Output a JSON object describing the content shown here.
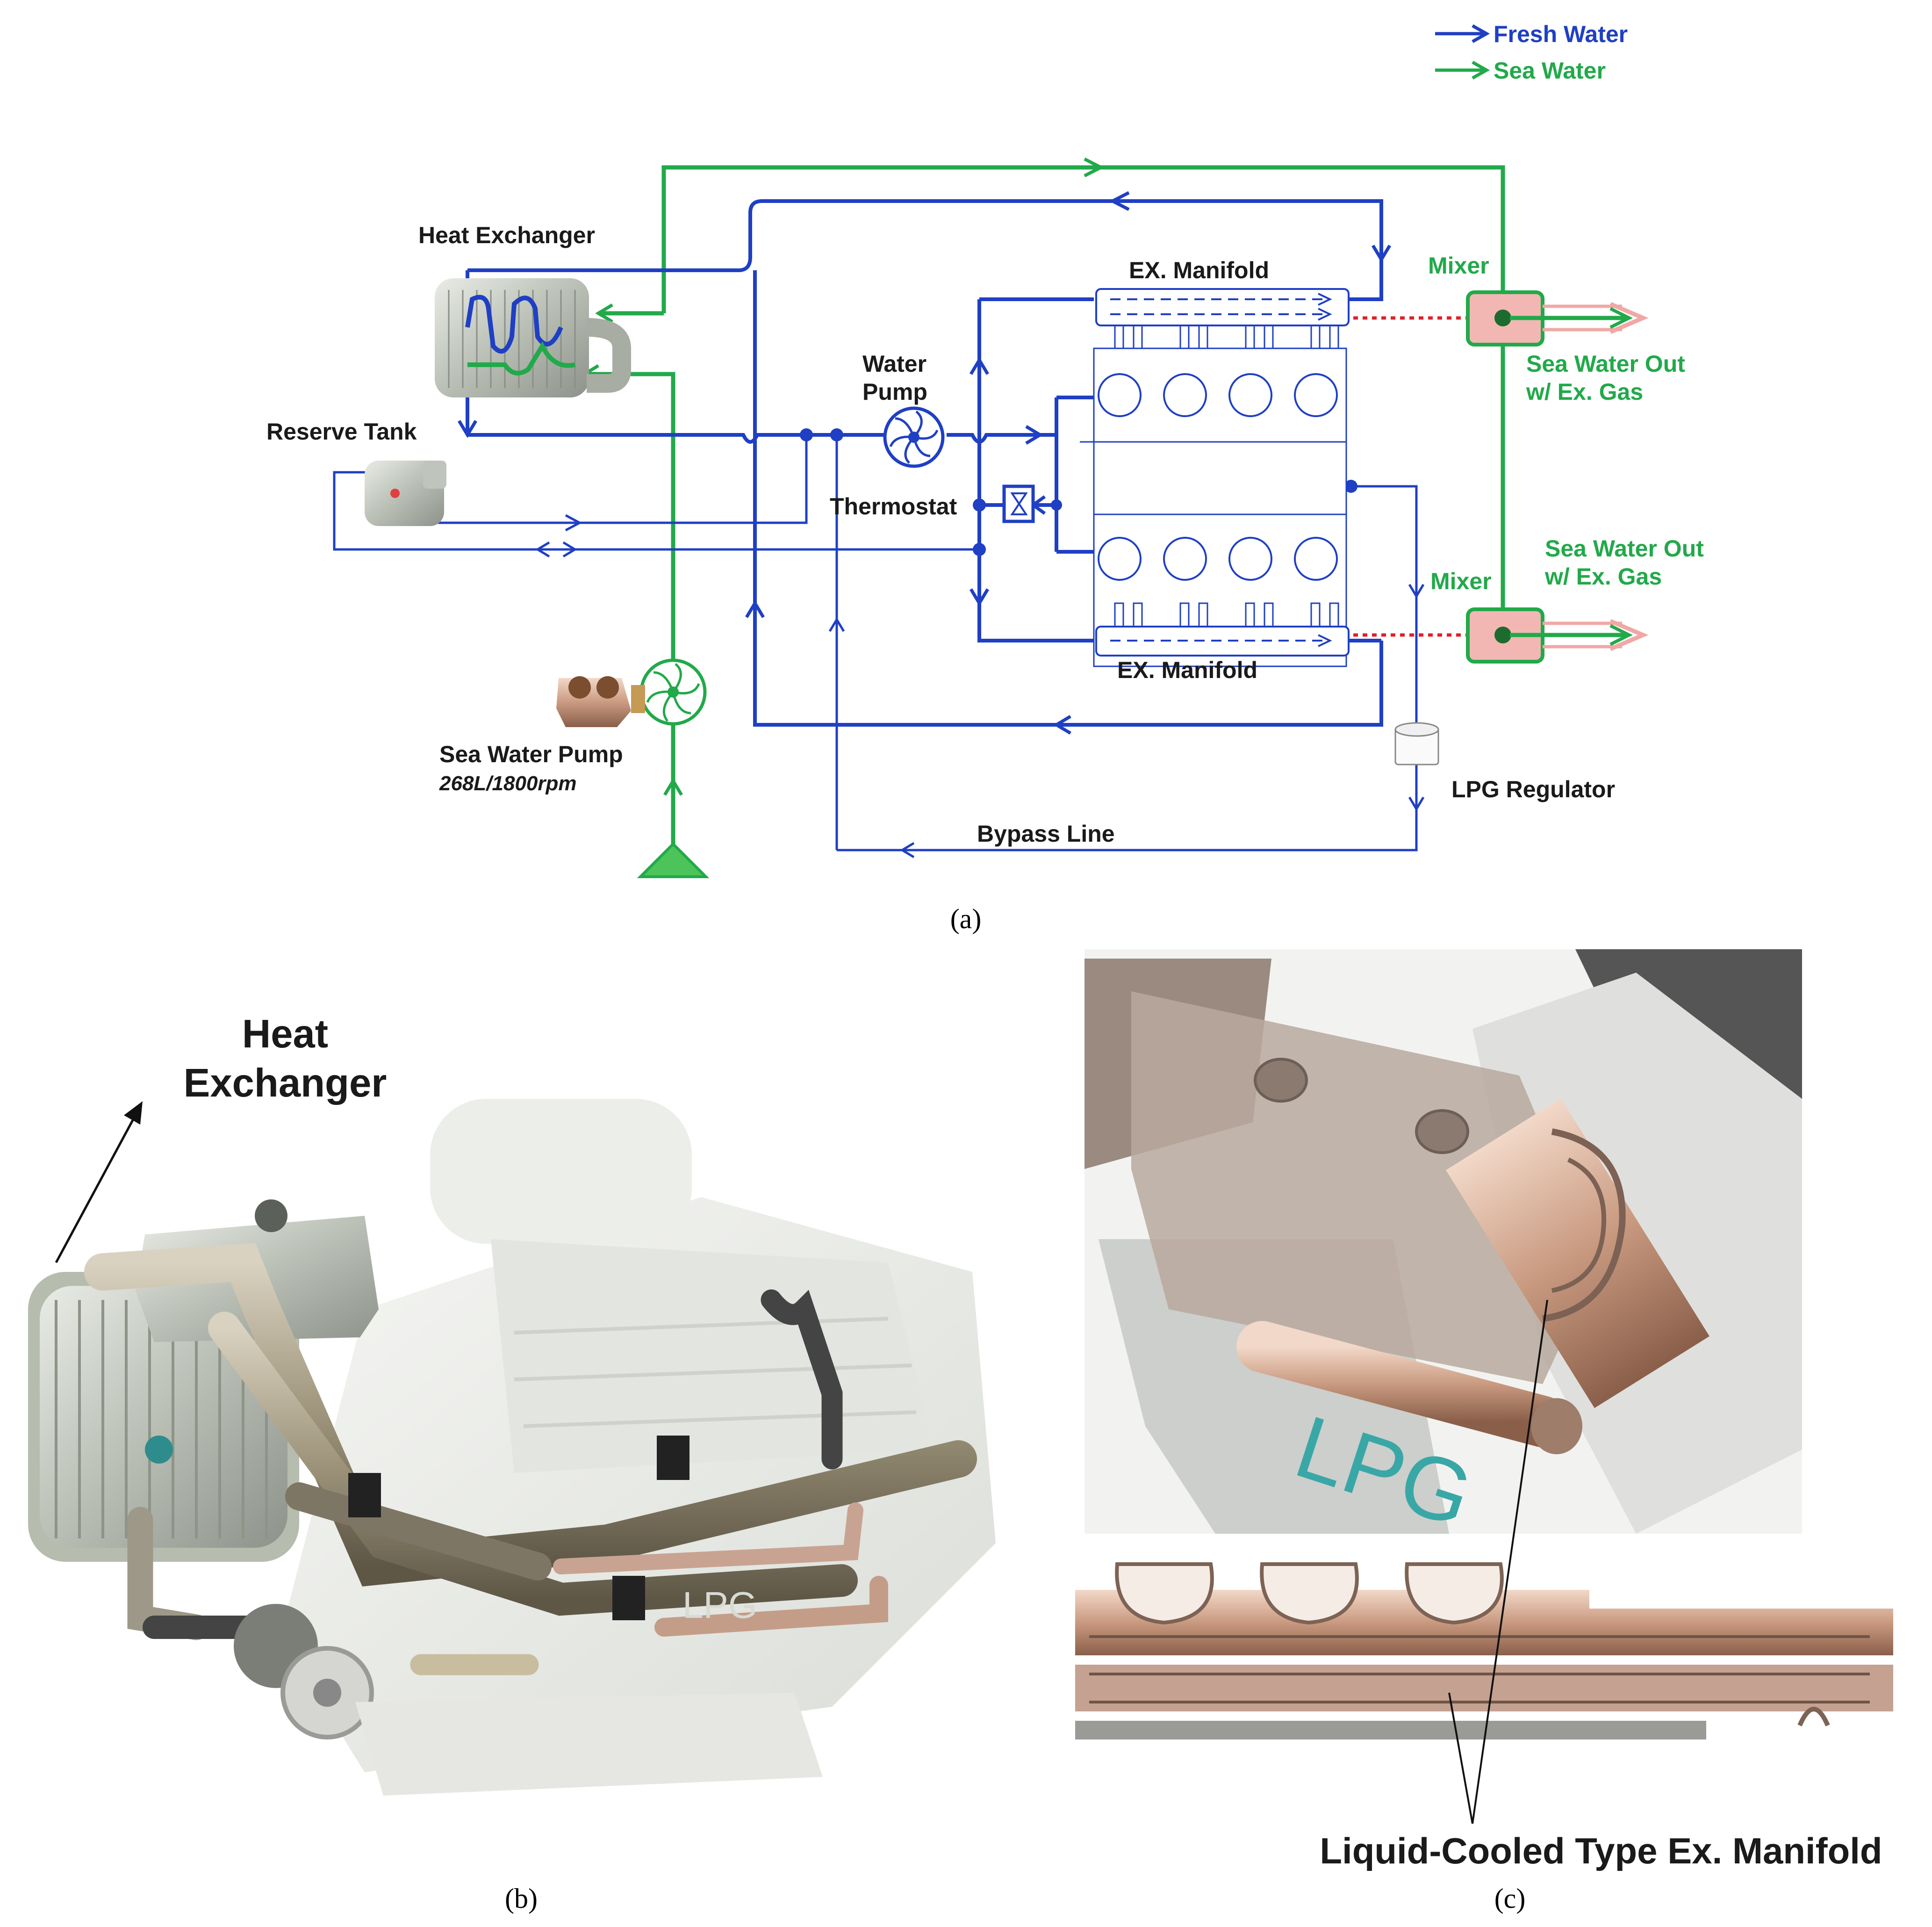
{
  "legend": {
    "fresh_water": "Fresh Water",
    "sea_water": "Sea Water",
    "fresh_color": "#1f3fc4",
    "sea_color": "#22a94a"
  },
  "panel_a": {
    "heat_exchanger": "Heat Exchanger",
    "reserve_tank": "Reserve Tank",
    "water_pump_line1": "Water",
    "water_pump_line2": "Pump",
    "thermostat": "Thermostat",
    "ex_manifold_top": "EX. Manifold",
    "ex_manifold_bottom": "EX. Manifold",
    "mixer_top": "Mixer",
    "mixer_bottom": "Mixer",
    "sea_out_top_line1": "Sea Water Out",
    "sea_out_top_line2": "w/ Ex. Gas",
    "sea_out_bottom_line1": "Sea Water Out",
    "sea_out_bottom_line2": "w/ Ex. Gas",
    "sea_water_pump": "Sea Water Pump",
    "sea_water_pump_spec": "268L/1800rpm",
    "lpg_regulator": "LPG Regulator",
    "bypass_line": "Bypass Line",
    "caption": "(a)"
  },
  "panel_b": {
    "label_line1": "Heat",
    "label_line2": "Exchanger",
    "caption": "(b)"
  },
  "panel_c": {
    "label": "Liquid-Cooled Type Ex. Manifold",
    "engine_marking": "LPG",
    "caption": "(c)"
  }
}
